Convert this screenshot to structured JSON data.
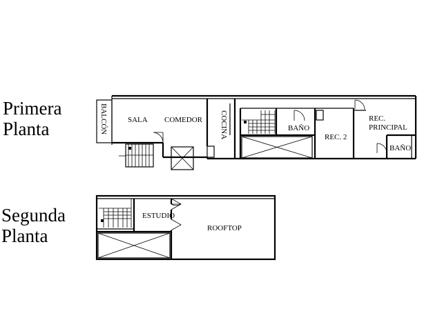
{
  "floors": {
    "first": {
      "label_line1": "Primera",
      "label_line2": "Planta",
      "rooms": {
        "balcon": "BALCÓN",
        "sala": "SALA",
        "comedor": "COMEDOR",
        "cocina": "COCINA",
        "bano": "BAÑO",
        "rec2": "REC. 2",
        "rec_line1": "REC.",
        "rec_line2": "PRINCIPAL",
        "bano2": "BAÑO"
      }
    },
    "second": {
      "label_line1": "Segunda",
      "label_line2": "Planta",
      "rooms": {
        "estudio": "ESTUDIO",
        "rooftop": "ROOFTOP"
      }
    }
  }
}
